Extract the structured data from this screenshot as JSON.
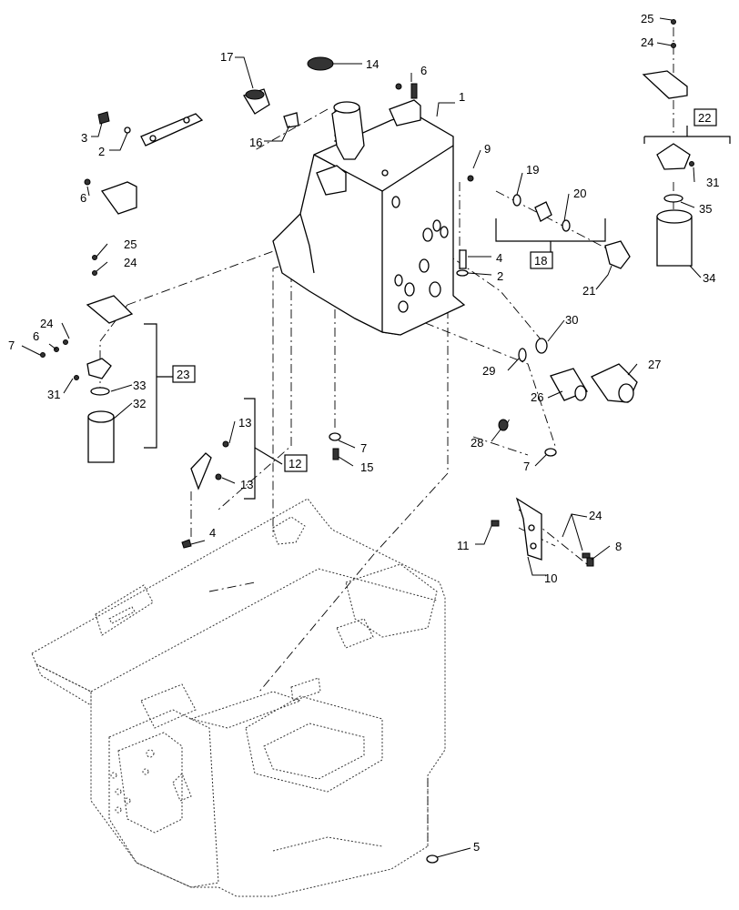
{
  "callouts": {
    "c1": "1",
    "c2a": "2",
    "c2b": "2",
    "c3": "3",
    "c4a": "4",
    "c4b": "4",
    "c5": "5",
    "c6a": "6",
    "c6b": "6",
    "c6c": "6",
    "c7a": "7",
    "c7b": "7",
    "c7c": "7",
    "c8": "8",
    "c9": "9",
    "c10": "10",
    "c11": "11",
    "c12": "12",
    "c13a": "13",
    "c13b": "13",
    "c14": "14",
    "c15": "15",
    "c16": "16",
    "c17": "17",
    "c18": "18",
    "c19": "19",
    "c20": "20",
    "c21": "21",
    "c22": "22",
    "c23": "23",
    "c24a": "24",
    "c24b": "24",
    "c24c": "24",
    "c24d": "24",
    "c25a": "25",
    "c25b": "25",
    "c26": "26",
    "c27": "27",
    "c28": "28",
    "c29": "29",
    "c30": "30",
    "c31a": "31",
    "c31b": "31",
    "c32": "32",
    "c33": "33",
    "c34": "34",
    "c35": "35"
  }
}
